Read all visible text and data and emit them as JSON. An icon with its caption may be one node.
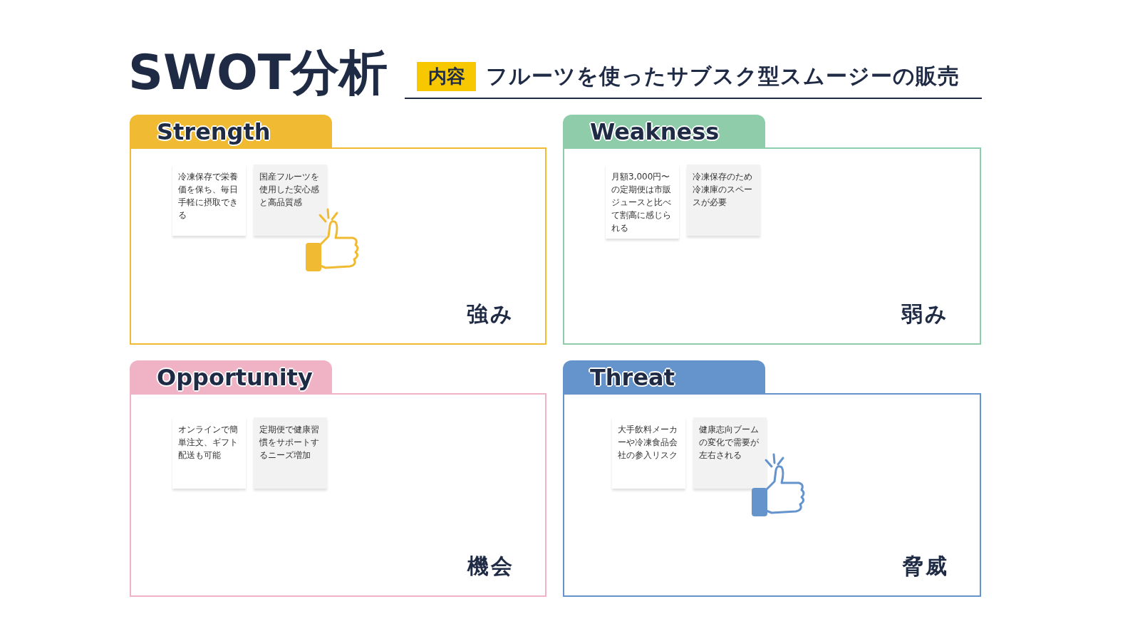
{
  "diagram": {
    "title": "SWOT分析",
    "nodes": [
      {
        "text": [
          "Strength",
          "強み"
        ]
      },
      {
        "text": [
          "冷凍保存で栄養価を保ち、毎日手軽に摂取できる"
        ],
        "in": 0
      },
      {
        "text": [
          "国産フルーツを使用した安心感と高品質感"
        ],
        "in": 0
      },
      {
        "text": [
          "Weakness",
          "弱み"
        ]
      },
      {
        "text": [
          "月額3,000円〜の定期便は市販ジュースと比べて割高に感じられる"
        ],
        "in": 3
      },
      {
        "text": [
          "冷凍保存のため冷凍庫のスペースが必要"
        ],
        "in": 3
      },
      {
        "text": [
          "Opportunity",
          "機会"
        ]
      },
      {
        "text": [
          "オンラインで簡単注文、ギフト配送も可能"
        ],
        "in": 6
      },
      {
        "text": [
          "定期便で健康習慣をサポートするニーズ増加"
        ],
        "in": 6
      },
      {
        "text": [
          "Threat",
          "脅威"
        ]
      },
      {
        "text": [
          "大手飲料メーカーや冷凍食品会社の参入リスク"
        ],
        "in": 9
      },
      {
        "text": [
          "健康志向ブームの変化で需要が左右される"
        ],
        "in": 9
      }
    ],
    "edges": [],
    "labels": [
      "内容",
      "フルーツを使ったサブスク型スムージーの販売"
    ]
  }
}
